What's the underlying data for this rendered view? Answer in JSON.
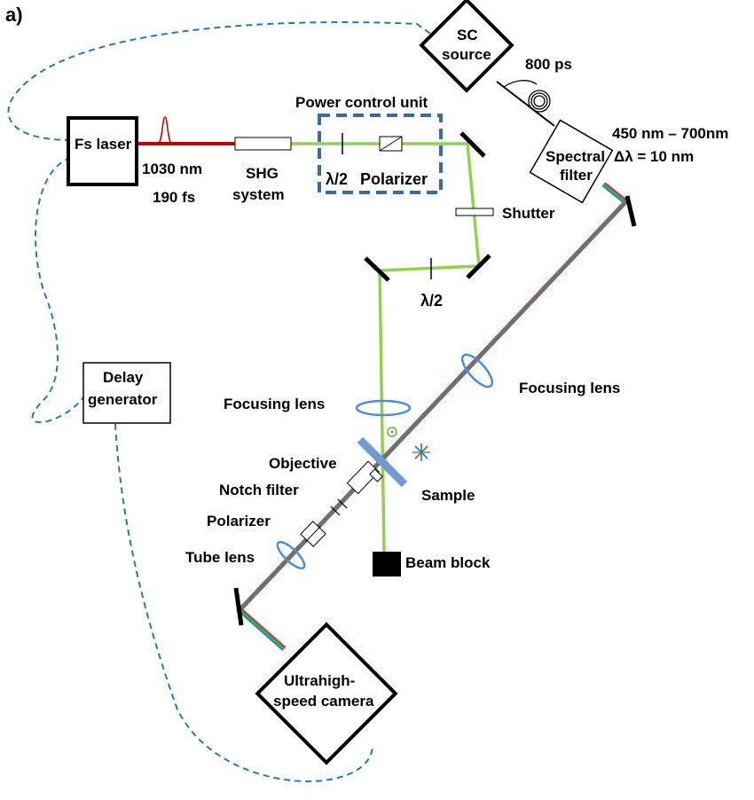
{
  "panel_label": "a)",
  "labels": {
    "sc_source_line1": "SC",
    "sc_source_line2": "source",
    "pulse_800ps": "800 ps",
    "power_control_unit": "Power control unit",
    "fs_laser": "Fs laser",
    "wavelength_1030": "1030 nm",
    "pulse_190fs": "190 fs",
    "shg_line1": "SHG",
    "shg_line2": "system",
    "half_wave_plate_1": "λ/2",
    "polarizer_1": "Polarizer",
    "spectral_range": "450 nm – 700nm",
    "spectral_bandwidth": "Δλ = 10 nm",
    "spectral_filter_line1": "Spectral",
    "spectral_filter_line2": "filter",
    "shutter": "Shutter",
    "half_wave_plate_2": "λ/2",
    "focusing_lens_right": "Focusing lens",
    "focusing_lens_left": "Focusing lens",
    "delay_line1": "Delay",
    "delay_line2": "generator",
    "objective": "Objective",
    "notch_filter": "Notch filter",
    "polarizer_2": "Polarizer",
    "tube_lens": "Tube lens",
    "sample": "Sample",
    "beam_block": "Beam block",
    "camera_line1": "Ultrahigh-",
    "camera_line2": "speed camera"
  },
  "colors": {
    "fundamental_beam": "#c00000",
    "green_beam": "#92d050",
    "sc_beam_red": "#e53a1b",
    "sc_beam_green": "#3aa66b",
    "sc_beam_blue": "#2e6fb6",
    "trigger_cable": "#2e75b6",
    "power_control_box": "#3d6b96",
    "lens": "#4f8fcf",
    "sample": "#6e9bd1"
  }
}
